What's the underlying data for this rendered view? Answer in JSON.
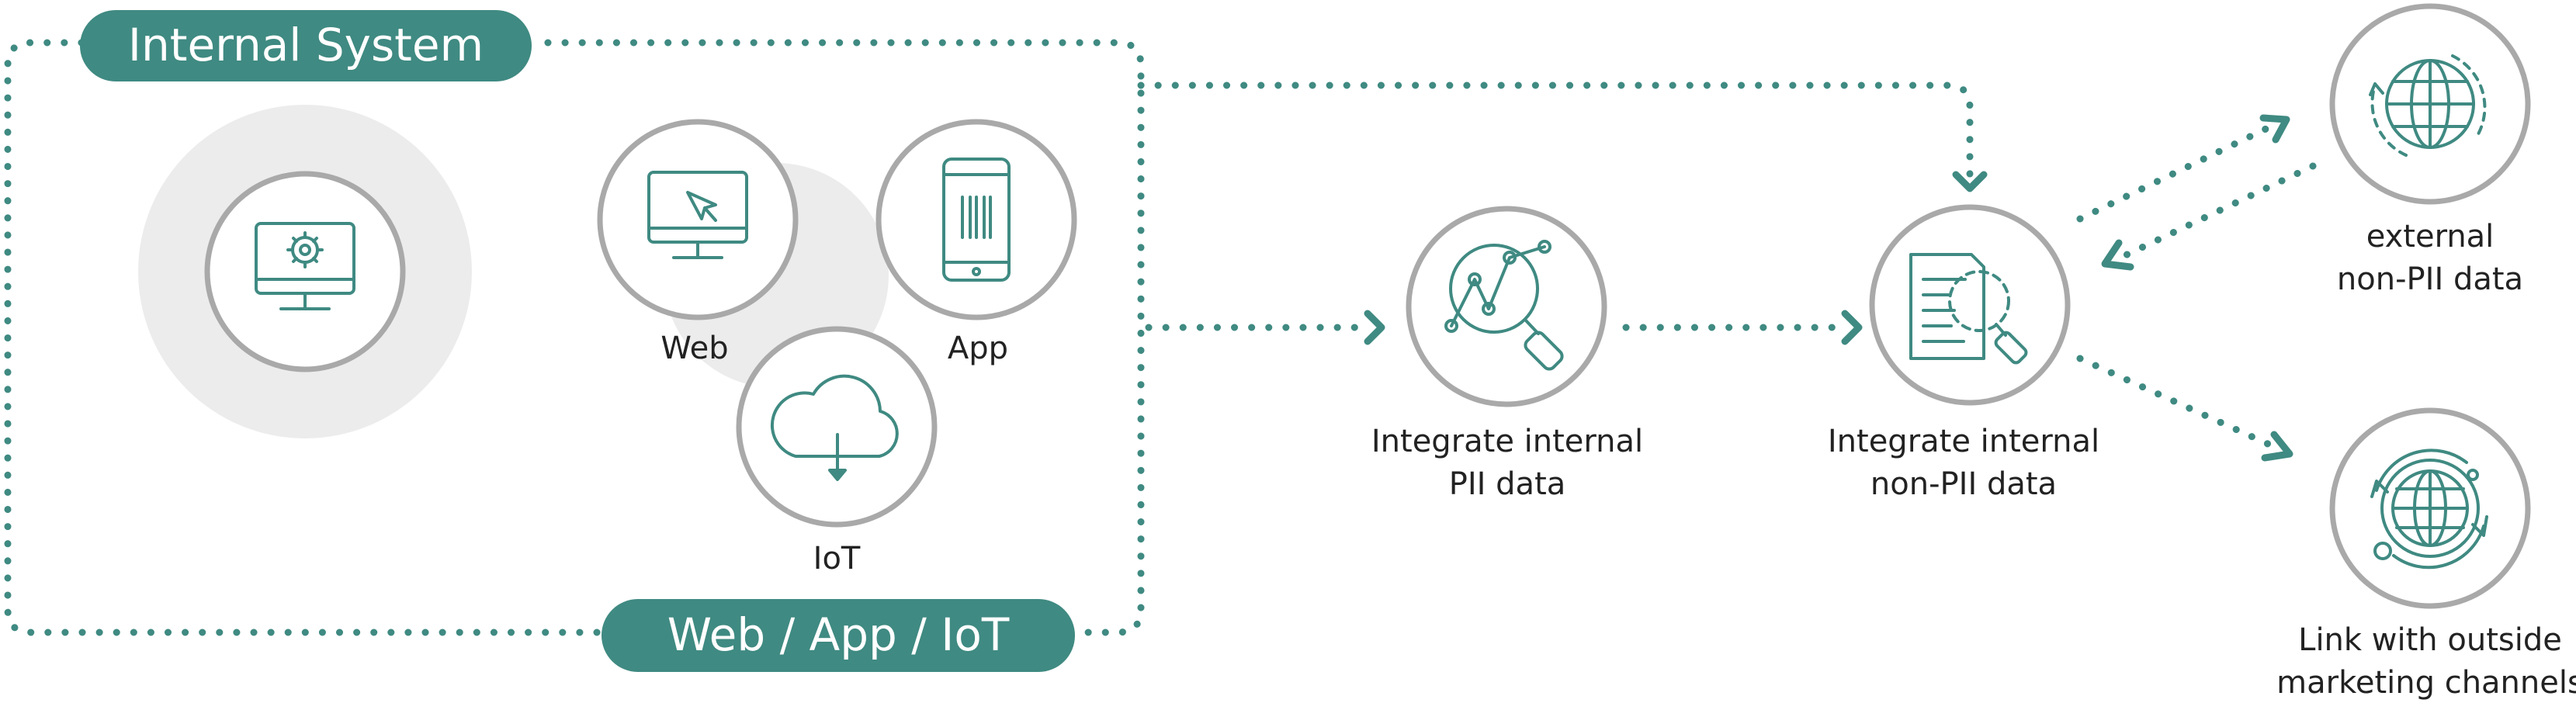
{
  "colors": {
    "accent": "#3f8a82",
    "ring": "#a9a9a9",
    "halo": "#ececec"
  },
  "top_pill": {
    "label": "Internal System"
  },
  "bottom_pill": {
    "label": "Web / App / IoT"
  },
  "sources": {
    "web": {
      "label": "Web",
      "icon": "monitor-cursor-icon"
    },
    "app": {
      "label": "App",
      "icon": "smartphone-barcode-icon"
    },
    "iot": {
      "label": "IoT",
      "icon": "cloud-download-icon"
    },
    "internal": {
      "icon": "monitor-gear-icon"
    }
  },
  "steps": {
    "pii": {
      "line1": "Integrate internal",
      "line2": "PII data",
      "icon": "magnifier-chart-icon"
    },
    "non_pii": {
      "line1": "Integrate internal",
      "line2": "non-PII data",
      "icon": "document-search-icon"
    }
  },
  "outputs": {
    "external": {
      "line1": "external",
      "line2": "non-PII data",
      "icon": "globe-icon"
    },
    "marketing": {
      "line1": "Link with outside",
      "line2": "marketing channels",
      "icon": "globe-cycle-icon"
    }
  }
}
